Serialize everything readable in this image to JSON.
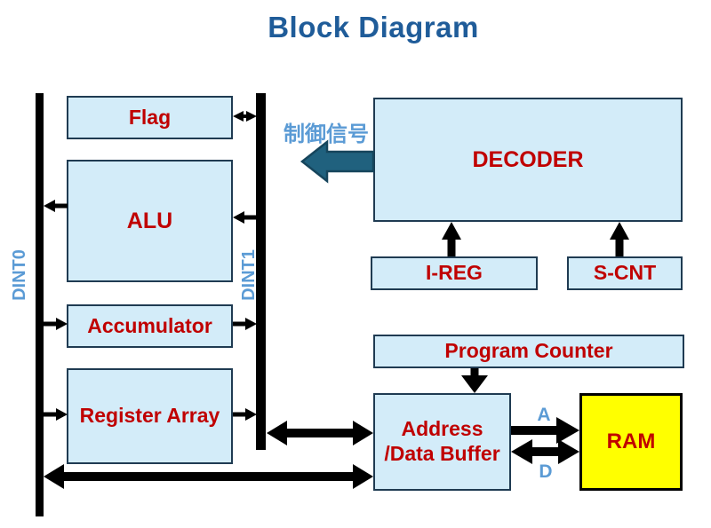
{
  "title": "Block Diagram",
  "blocks": {
    "flag": "Flag",
    "alu": "ALU",
    "accumulator": "Accumulator",
    "register_array": "Register Array",
    "decoder": "DECODER",
    "i_reg": "I-REG",
    "s_cnt": "S-CNT",
    "program_counter": "Program Counter",
    "address_data_buffer": {
      "line1": "Address",
      "line2": "/Data Buffer"
    },
    "ram": "RAM"
  },
  "bus_labels": {
    "left": "DINT0",
    "right": "DINT1"
  },
  "signal_labels": {
    "control": "制御信号",
    "address": "A",
    "data": "D"
  },
  "colors": {
    "title_text": "#1F5C99",
    "block_fill": "#D3ECF9",
    "block_border": "#1F3B52",
    "block_text": "#C00000",
    "ram_fill": "#FFFF00",
    "accent_text": "#5B9BD5",
    "control_arrow_fill": "#20617E",
    "control_arrow_border": "#16455C",
    "connector": "#000000",
    "background": "#FFFFFF"
  }
}
